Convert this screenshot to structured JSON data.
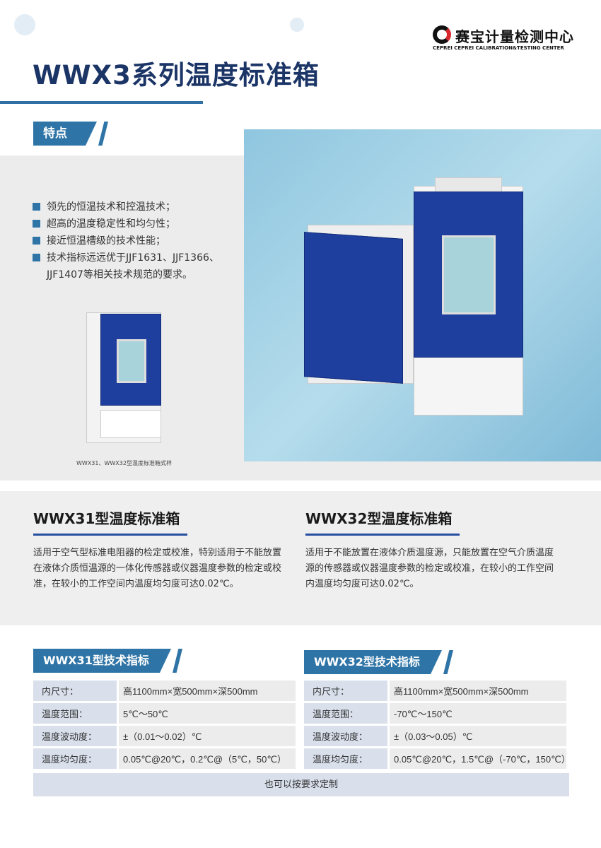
{
  "logo": {
    "name_cn": "赛宝计量检测中心",
    "name_en": "CEPREI  CEPREI CALIBRATION&TESTING CENTER"
  },
  "title": "WWX3系列温度标准箱",
  "features": {
    "tag": "特点",
    "items": [
      "领先的恒温技术和控温技术；",
      "超高的温度稳定性和均匀性；",
      "接近恒温槽级的技术性能；",
      "技术指标远远优于JJF1631、JJF1366、"
    ],
    "item4_cont": "JJF1407等相关技术规范的要求。"
  },
  "photo_caption": "WWX31、WWX32型温度标准箱式样",
  "models": [
    {
      "heading": "WWX31型温度标准箱",
      "desc": "适用于空气型标准电阻器的检定或校准，特别适用于不能放置在液体介质恒温源的一体化传感器或仪器温度参数的检定或校准，在较小的工作空间内温度均匀度可达0.02℃。"
    },
    {
      "heading": "WWX32型温度标准箱",
      "desc": "适用于不能放置在液体介质温度源，只能放置在空气介质温度源的传感器或仪器温度参数的检定或校准，在较小的工作空间内温度均匀度可达0.02℃。"
    }
  ],
  "specs": [
    {
      "tag": "WWX31型技术指标",
      "rows": [
        [
          "内尺寸：",
          "高1100mm×宽500mm×深500mm"
        ],
        [
          "温度范围：",
          "5℃～50℃"
        ],
        [
          "温度波动度：",
          "±（0.01～0.02）℃"
        ],
        [
          "温度均匀度：",
          "0.05℃@20℃，0.2℃@（5℃，50℃）"
        ]
      ]
    },
    {
      "tag": "WWX32型技术指标",
      "rows": [
        [
          "内尺寸：",
          "高1100mm×宽500mm×深500mm"
        ],
        [
          "温度范围：",
          "-70℃～150℃"
        ],
        [
          "温度波动度：",
          "±（0.03～0.05）℃"
        ],
        [
          "温度均匀度：",
          "0.05℃@20℃，1.5℃@（-70℃，150℃）"
        ]
      ]
    }
  ],
  "footer_note": "也可以按要求定制"
}
